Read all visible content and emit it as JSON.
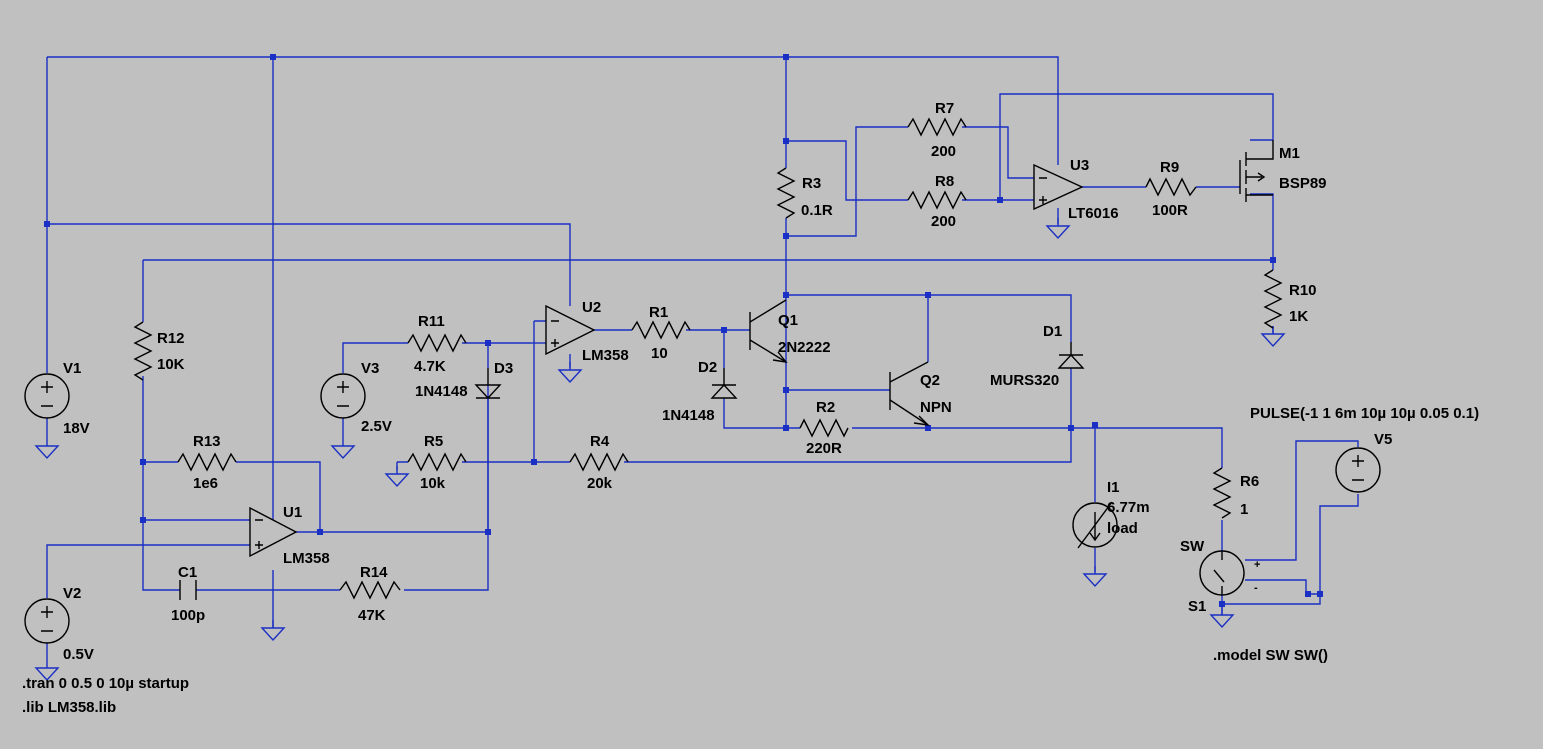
{
  "components": {
    "V1": {
      "name": "V1",
      "value": "18V"
    },
    "V2": {
      "name": "V2",
      "value": "0.5V"
    },
    "V3": {
      "name": "V3",
      "value": "2.5V"
    },
    "V5": {
      "name": "V5",
      "value": "PULSE(-1 1 6m 10µ 10µ 0.05 0.1)"
    },
    "U1": {
      "name": "U1",
      "value": "LM358"
    },
    "U2": {
      "name": "U2",
      "value": "LM358"
    },
    "U3": {
      "name": "U3",
      "value": "LT6016"
    },
    "Q1": {
      "name": "Q1",
      "value": "2N2222"
    },
    "Q2": {
      "name": "Q2",
      "value": "NPN"
    },
    "M1": {
      "name": "M1",
      "value": "BSP89"
    },
    "D1": {
      "name": "D1",
      "value": "MURS320"
    },
    "D2": {
      "name": "D2",
      "value": "1N4148"
    },
    "D3": {
      "name": "D3",
      "value": "1N4148"
    },
    "R1": {
      "name": "R1",
      "value": "10"
    },
    "R2": {
      "name": "R2",
      "value": "220R"
    },
    "R3": {
      "name": "R3",
      "value": "0.1R"
    },
    "R4": {
      "name": "R4",
      "value": "20k"
    },
    "R5": {
      "name": "R5",
      "value": "10k"
    },
    "R6": {
      "name": "R6",
      "value": "1"
    },
    "R7": {
      "name": "R7",
      "value": "200"
    },
    "R8": {
      "name": "R8",
      "value": "200"
    },
    "R9": {
      "name": "R9",
      "value": "100R"
    },
    "R10": {
      "name": "R10",
      "value": "1K"
    },
    "R11": {
      "name": "R11",
      "value": "4.7K"
    },
    "R12": {
      "name": "R12",
      "value": "10K"
    },
    "R13": {
      "name": "R13",
      "value": "1e6"
    },
    "R14": {
      "name": "R14",
      "value": "47K"
    },
    "C1": {
      "name": "C1",
      "value": "100p"
    },
    "I1": {
      "name": "I1",
      "value": "6.77m",
      "extra": "load"
    },
    "S1": {
      "name": "S1",
      "model": "SW"
    }
  },
  "directives": {
    "tran": ".tran 0 0.5 0 10µ startup",
    "lib": ".lib LM358.lib",
    "model": ".model SW SW()"
  },
  "colors": {
    "background": "#c0c0c0",
    "wire": "#1a2fc4",
    "component": "#000000"
  }
}
